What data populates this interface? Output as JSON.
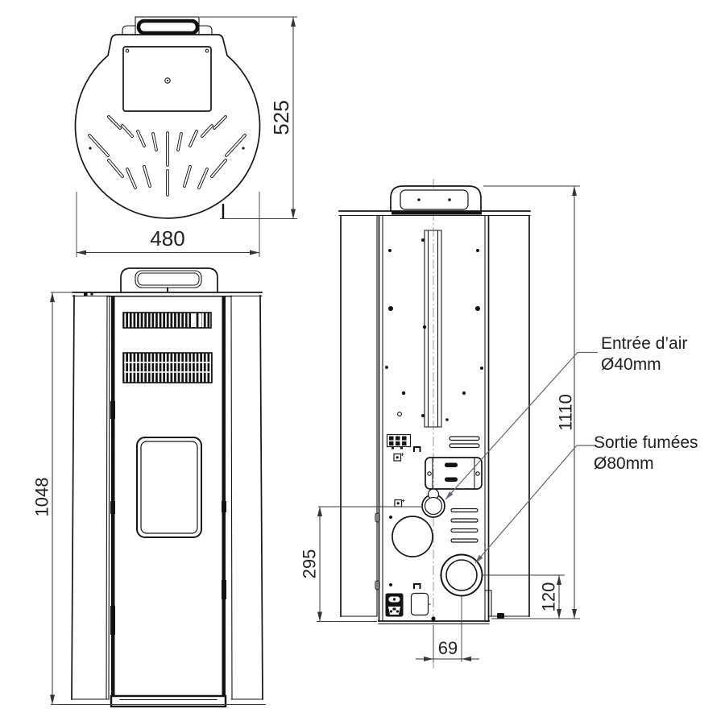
{
  "drawing": {
    "dimensions": {
      "top_width": "480",
      "top_depth": "525",
      "front_height": "1048",
      "rear_height": "1110",
      "air_inlet_height": "295",
      "smoke_outlet_height": "120",
      "smoke_outlet_offset": "69"
    },
    "callouts": {
      "air_inlet_line1": "Entrée d’air",
      "air_inlet_line2": "Ø40mm",
      "smoke_outlet_line1": "Sortie fumées",
      "smoke_outlet_line2": "Ø80mm"
    },
    "colors": {
      "line": "#161616",
      "leader": "#62627c",
      "centerline": "#9a9a9a",
      "background": "#ffffff"
    }
  }
}
